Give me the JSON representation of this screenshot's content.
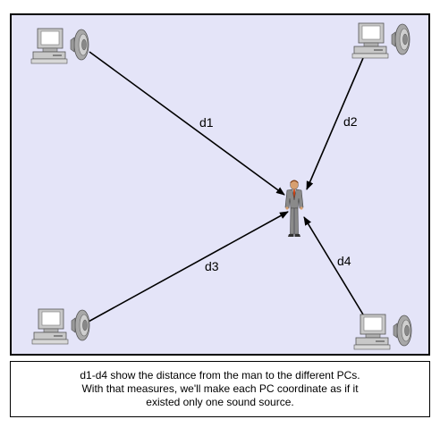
{
  "diagram": {
    "computers": [
      {
        "id": "pc1",
        "icon": "computer-speaker-icon"
      },
      {
        "id": "pc2",
        "icon": "computer-speaker-icon"
      },
      {
        "id": "pc3",
        "icon": "computer-speaker-icon"
      },
      {
        "id": "pc4",
        "icon": "computer-speaker-icon"
      }
    ],
    "person": {
      "icon": "businessman-icon"
    },
    "distances": [
      {
        "label": "d1",
        "from": "pc1",
        "to": "person"
      },
      {
        "label": "d2",
        "from": "pc2",
        "to": "person"
      },
      {
        "label": "d3",
        "from": "pc3",
        "to": "person"
      },
      {
        "label": "d4",
        "from": "pc4",
        "to": "person"
      }
    ],
    "colors": {
      "panel_background": "#e4e4f8",
      "arrow": "#000000",
      "computer_body": "#c8c8c8",
      "screen": "#ffffff",
      "speaker": "#a8a8a8",
      "suit": "#8a8a8a",
      "tie": "#d04010"
    }
  },
  "caption": {
    "line1": "d1-d4 show the distance from the man to the different PCs.",
    "line2": "With that measures, we'll make each PC coordinate as if it",
    "line3": "existed only one sound source."
  }
}
